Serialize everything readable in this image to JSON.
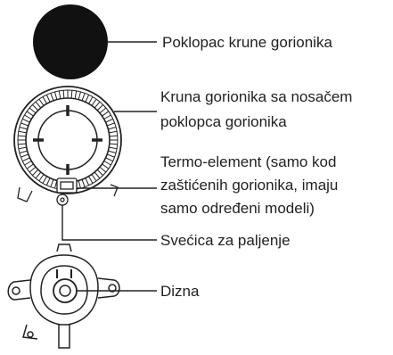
{
  "labels": {
    "cap": [
      "Poklopac krune gorionika"
    ],
    "crown": [
      "Kruna gorionika sa nosačem",
      "poklopca gorionika"
    ],
    "thermo": [
      "Termo-element (samo kod",
      "zaštićenih gorionika, imaju",
      "samo određeni modeli)"
    ],
    "spark": [
      "Svećica za paljenje"
    ],
    "nozzle": [
      "Dizna"
    ]
  },
  "colors": {
    "ink": "#222222",
    "fill": "#111111",
    "background": "#ffffff"
  }
}
